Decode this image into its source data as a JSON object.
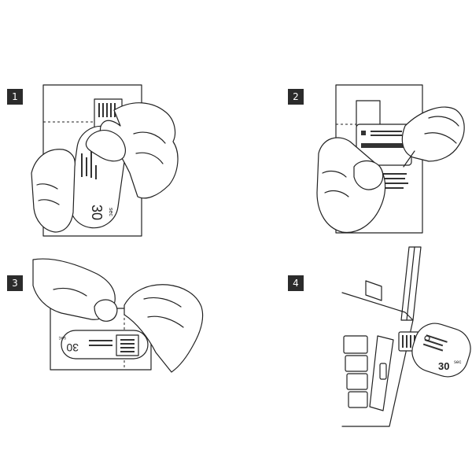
{
  "steps": [
    {
      "number": "1",
      "timer_label": "30",
      "timer_unit": "sec"
    },
    {
      "number": "2"
    },
    {
      "number": "3",
      "timer_label": "30",
      "timer_unit": "sec"
    },
    {
      "number": "4",
      "timer_label": "30",
      "timer_unit": "sec"
    }
  ],
  "colors": {
    "badge_bg": "#2b2b2b",
    "badge_fg": "#ffffff",
    "line": "#222222"
  }
}
